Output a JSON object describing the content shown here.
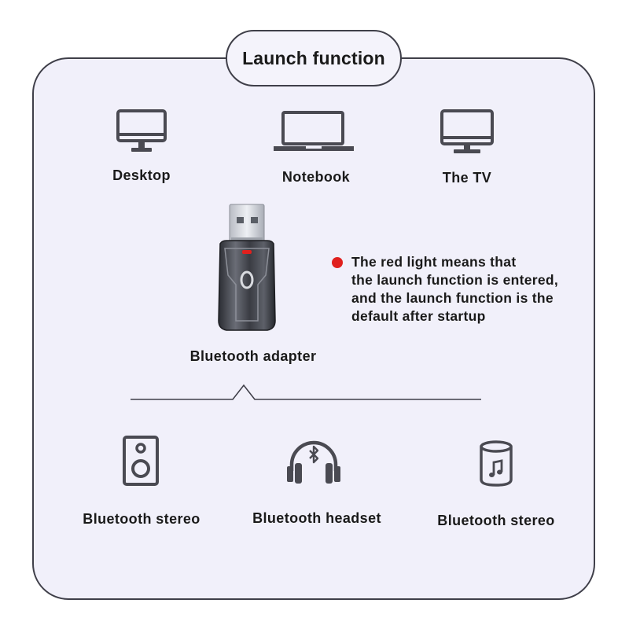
{
  "title": "Launch function",
  "sources": [
    {
      "label": "Desktop",
      "icon": "desktop-monitor-icon"
    },
    {
      "label": "Notebook",
      "icon": "laptop-icon"
    },
    {
      "label": "The TV",
      "icon": "tv-icon"
    }
  ],
  "adapter": {
    "label": "Bluetooth adapter",
    "icon": "usb-bluetooth-adapter-icon"
  },
  "note": {
    "indicator_color": "#e0201e",
    "lines": [
      "The red light means that",
      "the launch function is entered,",
      "and the launch function is the",
      "default after startup"
    ]
  },
  "devices": [
    {
      "label": "Bluetooth stereo",
      "icon": "speaker-icon"
    },
    {
      "label": "Bluetooth headset",
      "icon": "headphones-icon"
    },
    {
      "label": "Bluetooth stereo",
      "icon": "cylinder-speaker-icon"
    }
  ],
  "colors": {
    "panel": "#f1f0fa",
    "outline": "#3f3f49",
    "icon": "#4a4a52",
    "accent": "#e0201e"
  }
}
